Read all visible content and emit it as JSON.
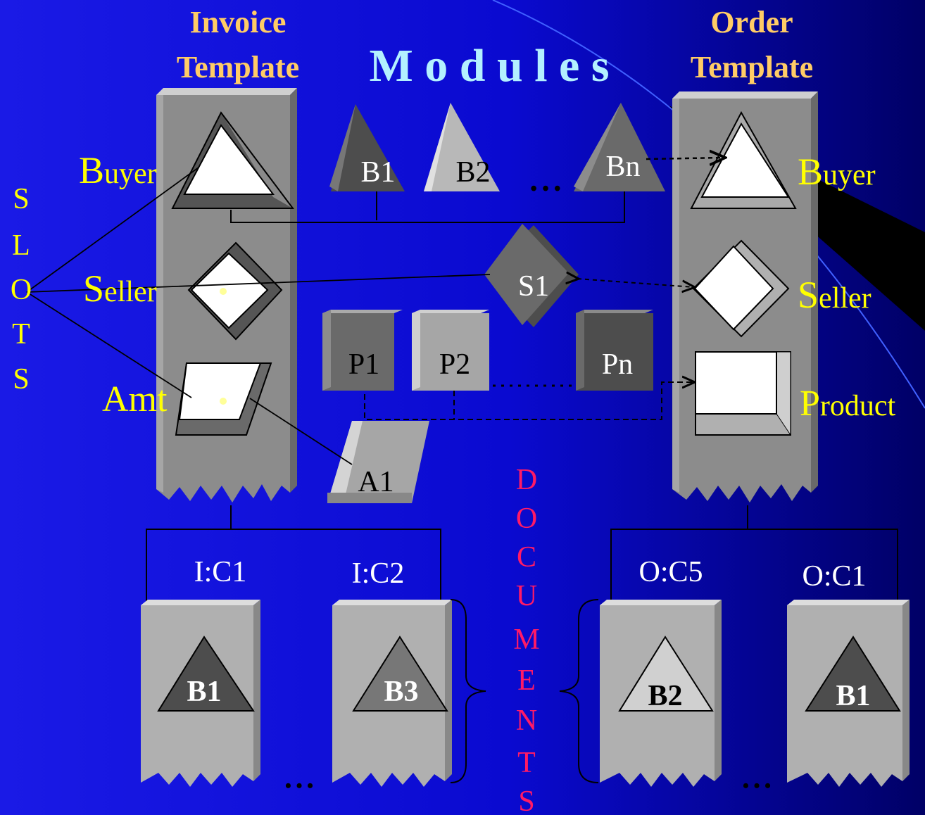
{
  "title": "M o d u l e s",
  "templates": {
    "invoice": {
      "line1": "Invoice",
      "line2": "Template"
    },
    "order": {
      "line1": "Order",
      "line2": "Template"
    }
  },
  "slots_label": [
    "S",
    "L",
    "O",
    "T",
    "S"
  ],
  "documents_label": [
    "D",
    "O",
    "C",
    "U",
    "M",
    "E",
    "N",
    "T",
    "S"
  ],
  "invoice_slots": {
    "buyer": {
      "initial": "B",
      "rest": "uyer"
    },
    "seller": {
      "initial": "S",
      "rest": "eller"
    },
    "amt": "Amt"
  },
  "order_slots": {
    "buyer": {
      "initial": "B",
      "rest": "uyer"
    },
    "seller": {
      "initial": "S",
      "rest": "eller"
    },
    "product": {
      "initial": "P",
      "rest": "roduct"
    }
  },
  "modules": {
    "buyers": [
      "B1",
      "B2",
      "Bn"
    ],
    "seller": "S1",
    "products": [
      "P1",
      "P2",
      "Pn"
    ],
    "amount": "A1",
    "ellipsis": "• • •"
  },
  "documents": {
    "invoice": [
      {
        "label": "I:C1",
        "module": "B1"
      },
      {
        "label": "I:C2",
        "module": "B3"
      }
    ],
    "order": [
      {
        "label": "O:C5",
        "module": "B2"
      },
      {
        "label": "O:C1",
        "module": "B1"
      }
    ],
    "ellipsis": "• • •"
  },
  "colors": {
    "background": "#0a0ad0",
    "template_label": "#ffcc66",
    "modules_title": "#b3f0ff",
    "slot_label": "#ffff00",
    "documents_label": "#ff1a66",
    "white": "#ffffff"
  }
}
